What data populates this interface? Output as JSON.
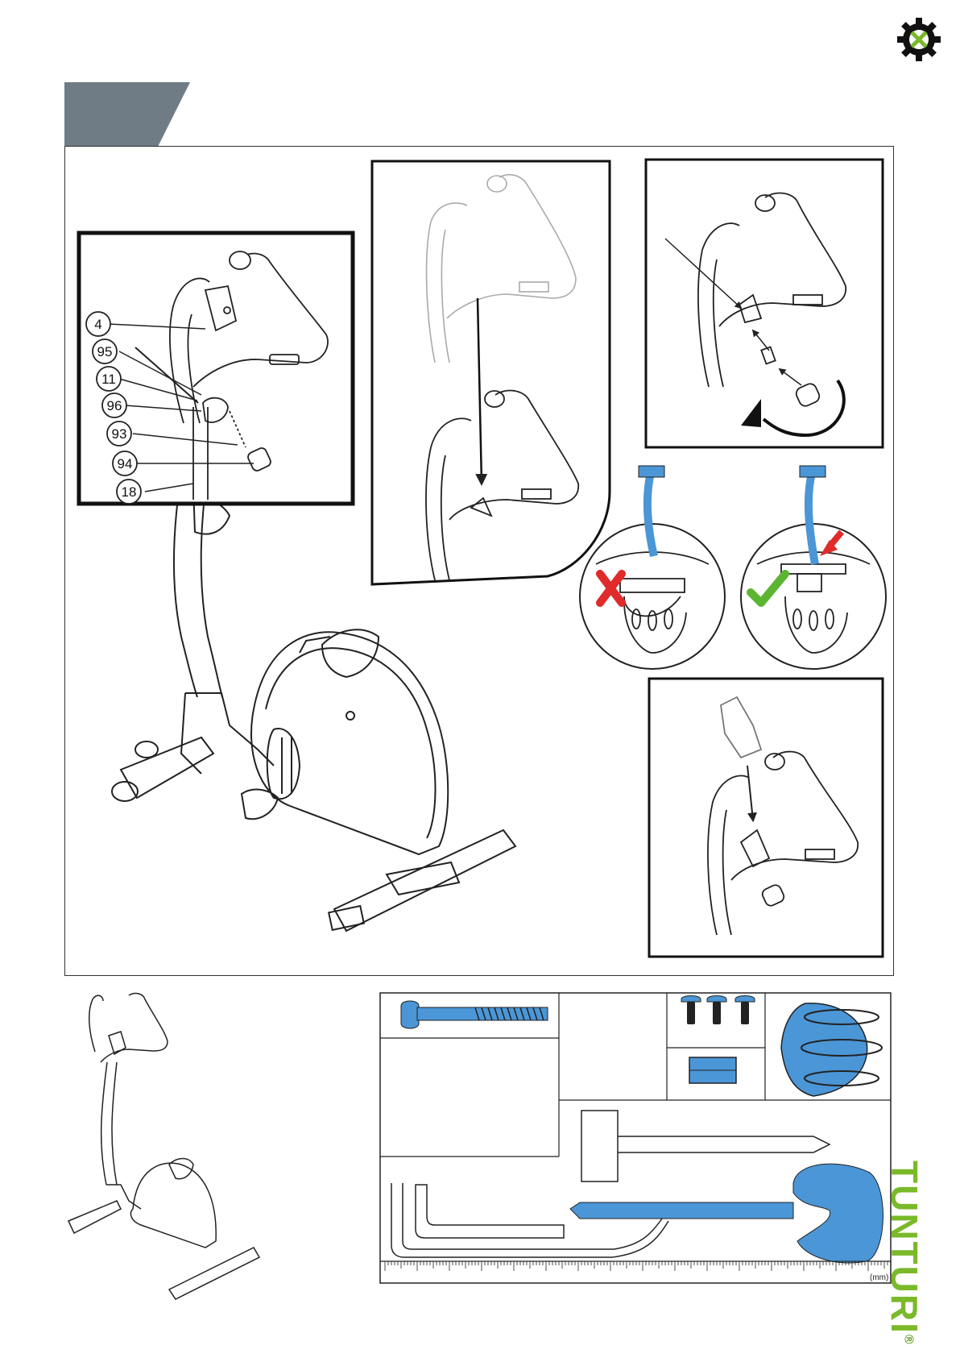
{
  "callouts": [
    "4",
    "95",
    "11",
    "96",
    "93",
    "94",
    "18"
  ],
  "brand": {
    "name": "TUNTURI",
    "registered": "®",
    "color": "#7ab929"
  },
  "colors": {
    "header_tab": "#6f7c85",
    "part_blue": "#4b96d6",
    "wrong": "#e02b2b",
    "right": "#5cb531"
  },
  "icons": {
    "corner": "gear-wrench-icon",
    "wrong": "red-cross-icon",
    "right": "green-check-icon"
  },
  "ruler_unit": "(mm)"
}
